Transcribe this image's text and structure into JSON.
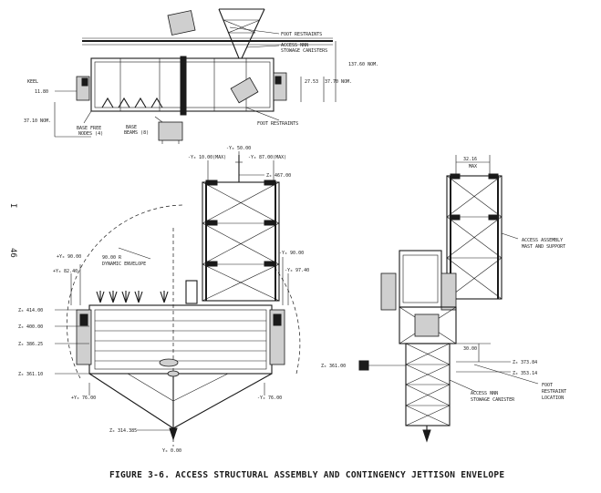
{
  "caption": "FIGURE 3-6.  ACCESS STRUCTURAL ASSEMBLY AND CONTINGENCY JETTISON ENVELOPE",
  "page_number": "46",
  "page_mark": "I",
  "top_view": {
    "foot_restraints_top": "FOOT RESTRAINTS",
    "access_canisters": "ACCESS NNN",
    "access_canisters_2": "STOWAGE CANISTERS",
    "dim_137": "137.60 NOM.",
    "dim_27": "27.53",
    "dim_37": "37.70 NOM.",
    "keel": "KEEL",
    "dim_11": "11.80",
    "dim_37b": "37.10 NOM.",
    "base_free": "BASE FREE",
    "nodes": "NODES (4)",
    "base": "BASE",
    "beams": "BEAMS (8)",
    "foot_restraints_bottom": "FOOT RESTRAINTS"
  },
  "front_view": {
    "y50": "-Y₀ 50.00",
    "y10": "-Y₀ 10.00(MAX)",
    "y87": "-Y₀ 87.00(MAX)",
    "z467": "Z₀ 467.00",
    "envelope_1": "90.00 R",
    "envelope_2": "DYNAMIC ENVELOPE",
    "y90_left": "+Y₀ 90.00",
    "y82": "+Y₀ 82.40",
    "y90_right": "-Y₀ 90.00",
    "y97": "-Y₀ 97.40",
    "z414": "Z₀ 414.00",
    "z400": "Z₀ 400.00",
    "z386": "Z₀ 386.25",
    "z361": "Z₀ 361.10",
    "y76_left": "+Y₀ 76.00",
    "y76_right": "-Y₀ 76.00",
    "z314": "Z₀ 314.385",
    "y0": "Y₀ 0.00"
  },
  "side_view": {
    "dim_32": "32.16",
    "max": "MAX",
    "mast_1": "ACCESS ASSEMBLY",
    "mast_2": "MAST AND SUPPORT",
    "dim_30": "30.00",
    "z373": "Z₀ 373.84",
    "z353": "Z₀ 353.14",
    "z361": "Z₀ 361.00",
    "foot_1": "FOOT",
    "foot_2": "RESTRAINT",
    "foot_3": "LOCATION",
    "can_1": "ACCESS NNN",
    "can_2": "STOWAGE CANISTER"
  }
}
